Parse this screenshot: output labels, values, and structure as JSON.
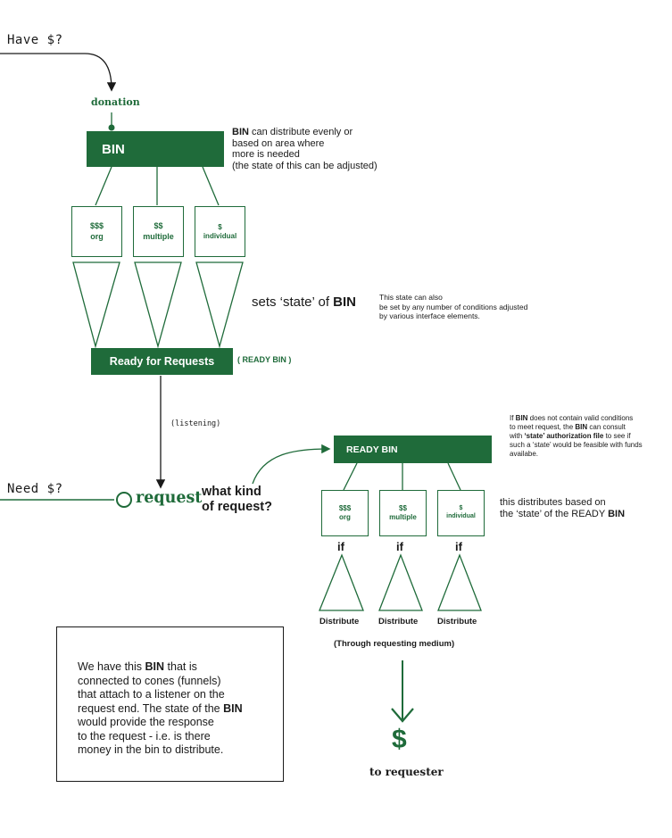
{
  "colors": {
    "green": "#1f6b3a",
    "ink": "#1a1a1a"
  },
  "inputs": {
    "have": "Have $?",
    "need": "Need $?",
    "donation": "donation",
    "listening": "(listening)",
    "request": "request"
  },
  "bin": {
    "label": "BIN",
    "note": {
      "bold": "BIN",
      "line1_rest": " can distribute evenly or",
      "line2": "based on area where",
      "line3": "more is needed",
      "line4": "(the state of this can be adjusted)"
    },
    "tiers": [
      {
        "sign": "$$$",
        "label": "org"
      },
      {
        "sign": "$$",
        "label": "multiple"
      },
      {
        "sign": "$",
        "label": "individual"
      }
    ],
    "state_prefix": "sets ‘state’ of ",
    "state_bold": "BIN",
    "state_note": [
      "This state can also",
      "be set by any number of conditions adjusted",
      "by various interface elements."
    ]
  },
  "ready": {
    "label": "Ready for Requests",
    "tag": "( READY BIN )"
  },
  "ready_bin": {
    "label": "READY BIN",
    "note": {
      "l1_pre": "If ",
      "l1_bold": "BIN",
      "l1_post": " does not contain valid conditions",
      "l2": "to meet request, the ",
      "l2_bold": "BIN",
      "l2_post": " can consult",
      "l3_pre": "with ",
      "l3_bold": "‘state’ authorization file",
      "l3_post": " to see if",
      "l4": "such a ‘state’ would be feasible with funds",
      "l5": "availabe."
    },
    "tiers": [
      {
        "sign": "$$$",
        "label": "org"
      },
      {
        "sign": "$$",
        "label": "multiple"
      },
      {
        "sign": "$",
        "label": "individual"
      }
    ],
    "if_label": "if",
    "distribute_label": "Distribute",
    "medium": "(Through requesting medium)",
    "side_note_l1": "this distributes based on",
    "side_note_l2_pre": "the ‘state’ of the READY ",
    "side_note_l2_bold": "BIN"
  },
  "question": {
    "l1": "what kind",
    "l2": "of request?"
  },
  "output": {
    "symbol": "$",
    "label": "to requester"
  },
  "summary": {
    "l1_pre": "We have this ",
    "l1_bold": "BIN",
    "l1_post": " that is",
    "l2": "connected to cones (funnels)",
    "l3": "that attach to a listener on the",
    "l4": "request end. The state of the ",
    "l4_bold": "BIN",
    "l5": "would provide the response",
    "l6": "to the request - i.e. is there",
    "l7": "money in the bin to distribute."
  }
}
